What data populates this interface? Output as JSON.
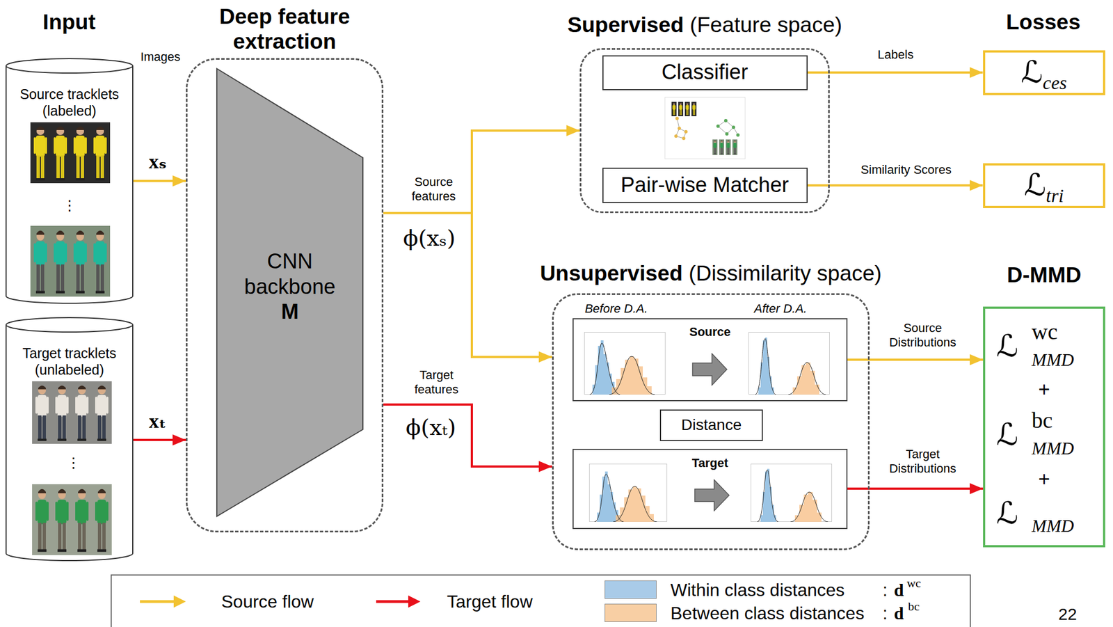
{
  "diagram": {
    "nodes": [
      {
        "text": [
          "Source tracklets (labeled)"
        ]
      },
      {
        "text": [
          "Target tracklets (unlabeled)"
        ]
      },
      {
        "text": [
          "Deep feature extraction"
        ]
      },
      {
        "text": [
          "CNN backbone",
          "M"
        ],
        "in": 2
      },
      {
        "text": [
          "Supervised",
          "(Feature space)"
        ]
      },
      {
        "text": [
          "Classifier"
        ],
        "in": 4
      },
      {
        "text": [
          "Pair-wise Matcher"
        ],
        "in": 4
      },
      {
        "text": [
          "Unsupervised",
          "(Dissimilarity space)"
        ]
      },
      {
        "text": [
          "Source"
        ],
        "in": 7
      },
      {
        "text": [
          "Distance"
        ],
        "in": 7
      },
      {
        "text": [
          "Target"
        ],
        "in": 7
      },
      {
        "text": [
          "ℒ",
          "ces"
        ]
      },
      {
        "text": [
          "ℒ",
          "tri"
        ]
      },
      {
        "text": [
          "D-MMD",
          "ℒ",
          "wc",
          "MMD",
          "+",
          "ℒ",
          "bc",
          "MMD",
          "+",
          "ℒ",
          "MMD"
        ]
      }
    ],
    "edges": [
      {
        "from": 0,
        "to": 2,
        "arrow": "to",
        "label": "xₛ"
      },
      {
        "from": 1,
        "to": 2,
        "arrow": "to",
        "label": "xₜ"
      },
      {
        "from": 2,
        "to": 4,
        "arrow": "to"
      },
      {
        "from": 2,
        "to": 7,
        "arrow": "to"
      },
      {
        "from": 2,
        "to": 7,
        "arrow": "to"
      },
      {
        "from": 5,
        "to": 11,
        "arrow": "to",
        "label": "Labels"
      },
      {
        "from": 6,
        "to": 12,
        "arrow": "to",
        "label": "Similarity Scores"
      },
      {
        "from": 8,
        "to": 13,
        "arrow": "to",
        "label": "Source Distributions"
      },
      {
        "from": 10,
        "to": 13,
        "arrow": "to",
        "label": "Target Distributions"
      }
    ],
    "labels": [
      "Input",
      "Images",
      "⋮",
      "⋮",
      "Source features",
      "ϕ(xₛ)",
      "Target features",
      "ϕ(xₜ)",
      "Losses",
      "Before D.A.",
      "After D.A.",
      ":",
      "d",
      "wc",
      ":",
      "d",
      "bc",
      "22"
    ],
    "legend": [
      {
        "text": "Source flow"
      },
      {
        "text": "Target flow"
      },
      {
        "text": "Within class distances",
        "color": "#a9cbe8"
      },
      {
        "text": "Between class distances",
        "color": "#f8cfa4"
      }
    ]
  }
}
